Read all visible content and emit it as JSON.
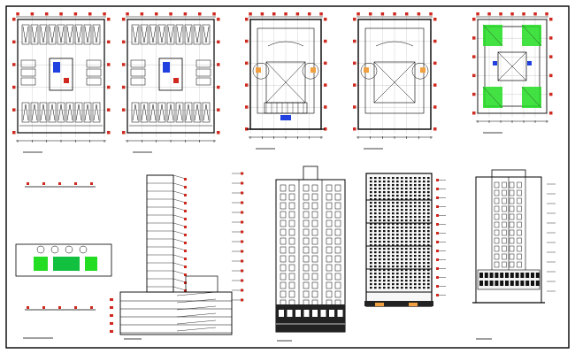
{
  "drawing": {
    "colors": {
      "ink": "#000000",
      "wall": "#111111",
      "axis_marker": "#d0281e",
      "axis_text": "#f04020",
      "vegetation": "#22dd22",
      "furniture_orange": "#f0a040",
      "door_blue": "#2040e0",
      "ramp_green": "#12c040",
      "paper": "#ffffff"
    },
    "plans_top": [
      {
        "id": "plan-1",
        "kind": "parking",
        "caption": ""
      },
      {
        "id": "plan-2",
        "kind": "parking",
        "caption": ""
      },
      {
        "id": "plan-3",
        "kind": "lobby",
        "caption": ""
      },
      {
        "id": "plan-4",
        "kind": "lobby",
        "caption": ""
      },
      {
        "id": "plan-5",
        "kind": "typical-floor",
        "caption": ""
      }
    ],
    "views_bottom": [
      {
        "id": "site-plan",
        "kind": "site-plan",
        "caption": ""
      },
      {
        "id": "section",
        "kind": "section",
        "caption": ""
      },
      {
        "id": "front-elevation",
        "kind": "elevation",
        "caption": ""
      },
      {
        "id": "side-elevation",
        "kind": "elevation-grid",
        "caption": ""
      },
      {
        "id": "rear-elevation",
        "kind": "elevation",
        "caption": ""
      }
    ]
  }
}
